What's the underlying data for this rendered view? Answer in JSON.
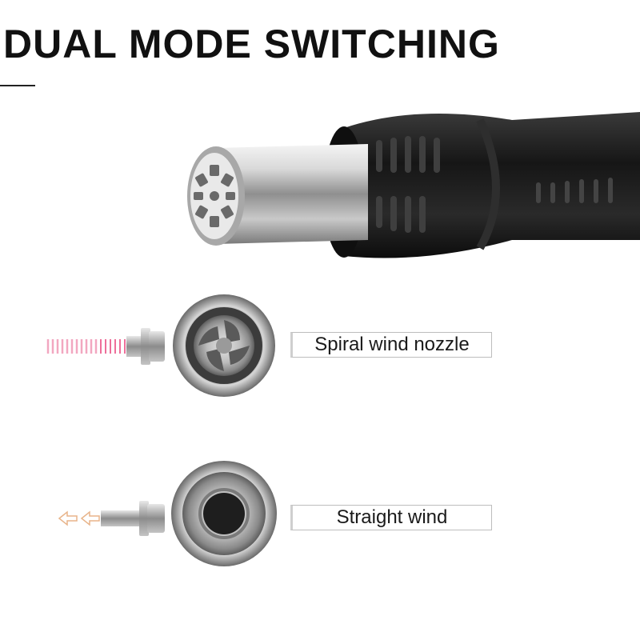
{
  "headline": "DUAL MODE SWITCHING",
  "modes": [
    {
      "label": "Spiral wind nozzle"
    },
    {
      "label": "Straight wind"
    }
  ],
  "colors": {
    "heading": "#111111",
    "handle": "#1b1b1b",
    "metal": "#b9b9b9",
    "spiral_wind": "#f2a7c0",
    "straight_wind": "#e8b48a"
  },
  "icons": [
    "heat-gun-handle-icon",
    "heat-gun-nozzle-icon",
    "spiral-nozzle-icon",
    "straight-nozzle-icon",
    "spiral-airflow-icon",
    "straight-airflow-arrow-icon"
  ]
}
